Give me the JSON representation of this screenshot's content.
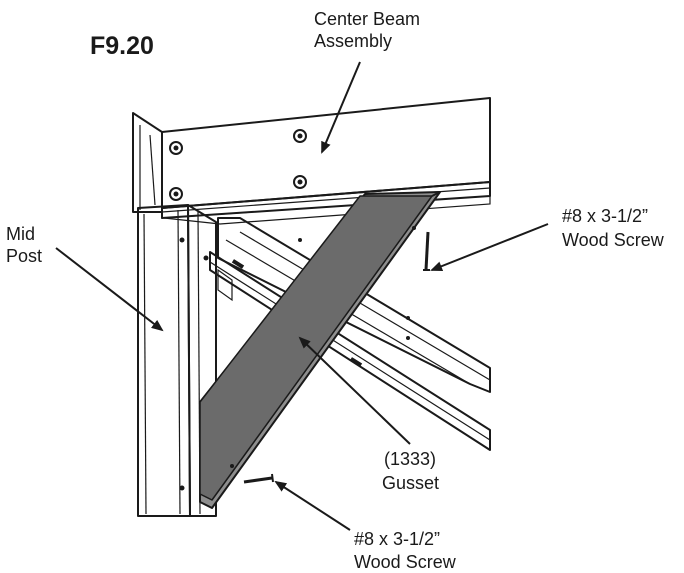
{
  "figure_id": "F9.20",
  "labels": {
    "center_beam_line1": "Center Beam",
    "center_beam_line2": "Assembly",
    "mid_post_line1": "Mid",
    "mid_post_line2": "Post",
    "screw_top_line1": "#8 x 3-1/2”",
    "screw_top_line2": "Wood Screw",
    "gusset_line1": "(1333)",
    "gusset_line2": "Gusset",
    "screw_bottom_line1": "#8 x 3-1/2”",
    "screw_bottom_line2": "Wood Screw"
  },
  "colors": {
    "line": "#1a1a1a",
    "gusset_fill": "#6b6b6b",
    "gusset_edge": "#8e8e8e",
    "background": "#ffffff",
    "shade": "#d9d9d9"
  }
}
